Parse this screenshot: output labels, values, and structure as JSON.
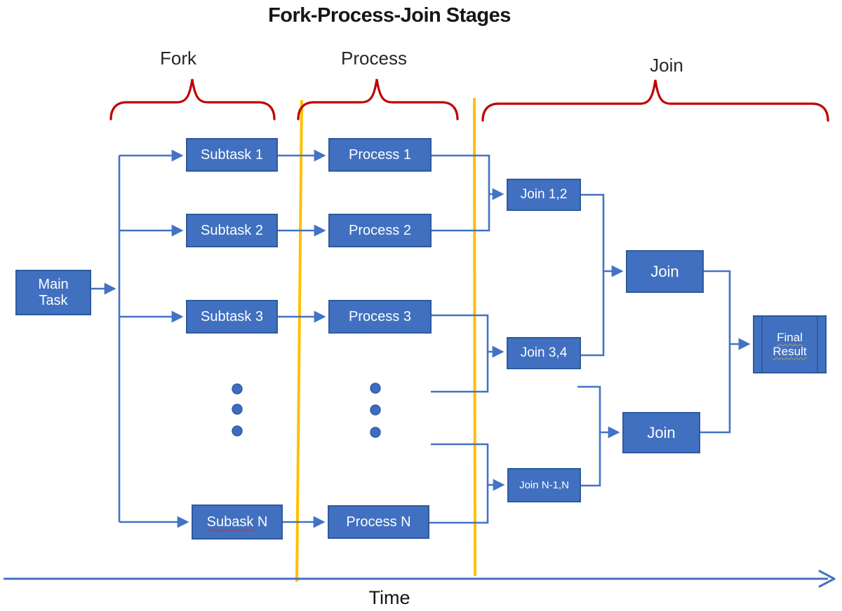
{
  "title": "Fork-Process-Join Stages",
  "stage_labels": {
    "fork": "Fork",
    "process": "Process",
    "join": "Join"
  },
  "axis": {
    "label": "Time"
  },
  "nodes": {
    "main_task": {
      "line1": "Main",
      "line2": "Task"
    },
    "subtask_1": {
      "label": "Subtask 1"
    },
    "subtask_2": {
      "label": "Subtask 2"
    },
    "subtask_3": {
      "label": "Subtask 3"
    },
    "subtask_n": {
      "misspelled": "Subask",
      "suffix": " N"
    },
    "process_1": {
      "label": "Process 1"
    },
    "process_2": {
      "label": "Process 2"
    },
    "process_3": {
      "label": "Process 3"
    },
    "process_n": {
      "label": "Process N"
    },
    "join_12": {
      "label": "Join 1,2"
    },
    "join_34": {
      "label": "Join 3,4"
    },
    "join_n1n": {
      "label": "Join N-1,N"
    },
    "join_upper": {
      "label": "Join"
    },
    "join_lower": {
      "label": "Join"
    },
    "final_result": {
      "line1": "Final",
      "line2": "Result"
    }
  },
  "colors": {
    "box_fill": "#4170C0",
    "box_border": "#2E5A9E",
    "connector_blue": "#4472C4",
    "stage_divider_yellow": "#FFC000",
    "brace_red": "#C00000",
    "node_text": "#FFFFFF",
    "label_text": "#1A1A1A"
  }
}
